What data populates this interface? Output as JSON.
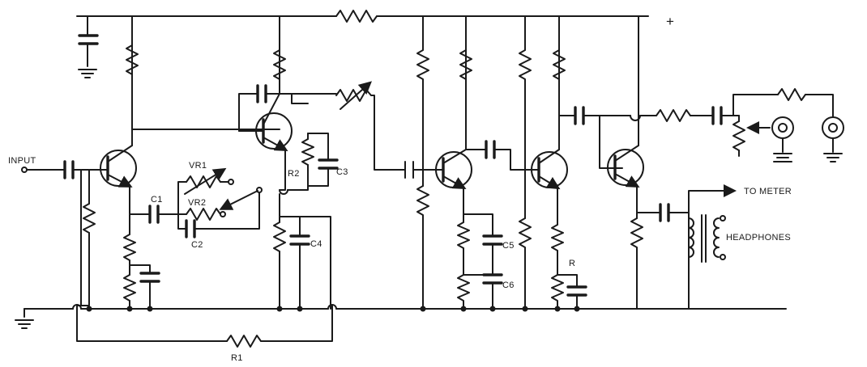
{
  "labels": {
    "input": "INPUT",
    "vr1": "VR1",
    "vr2": "VR2",
    "c1": "C1",
    "c2": "C2",
    "r2": "R2",
    "c3": "C3",
    "c4": "C4",
    "c5": "C5",
    "c6": "C6",
    "r": "R",
    "r1": "R1",
    "to_meter": "TO METER",
    "headphones": "HEADPHONES",
    "plus": "+"
  },
  "icons": {
    "ground": "ground-icon",
    "jack": "coax-jack-icon",
    "transistor": "npn-transistor-icon",
    "transformer": "transformer-icon"
  },
  "colors": {
    "ink": "#1a1a1a",
    "paper": "#ffffff"
  }
}
